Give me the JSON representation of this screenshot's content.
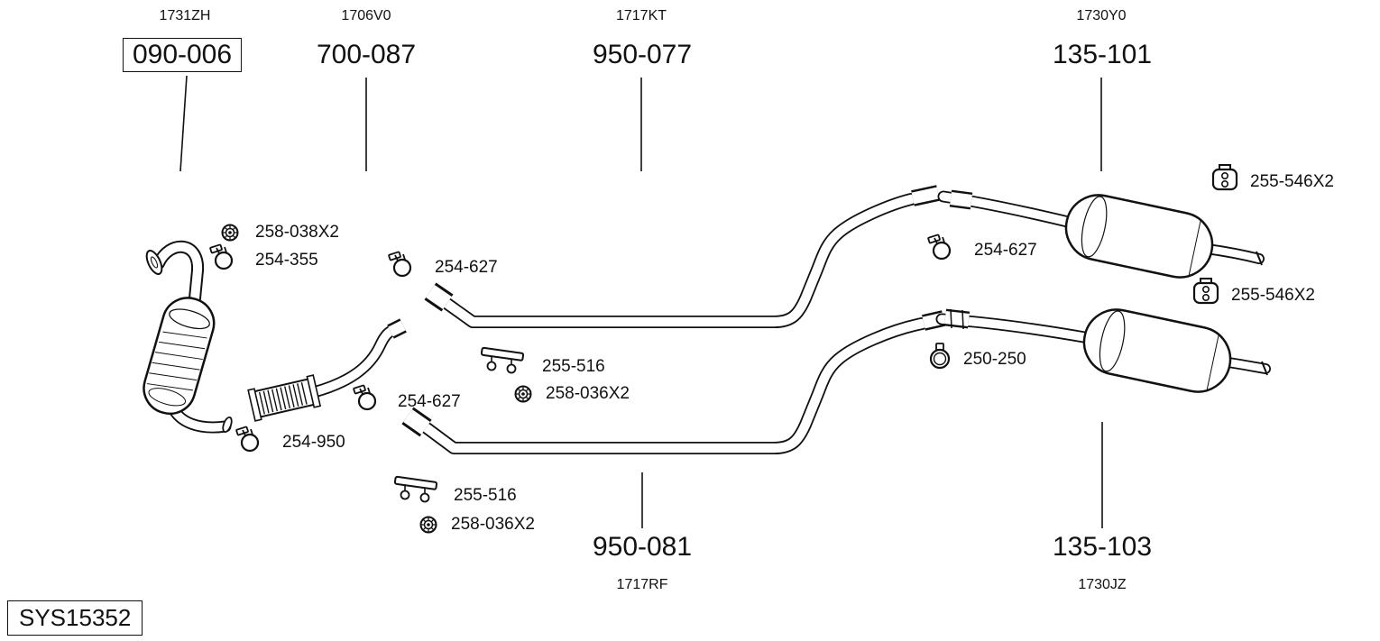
{
  "system_code": "SYS15352",
  "assemblies": {
    "top": [
      {
        "ref": "1731ZH",
        "part": "090-006"
      },
      {
        "ref": "1706V0",
        "part": "700-087"
      },
      {
        "ref": "1717KT",
        "part": "950-077"
      },
      {
        "ref": "1730Y0",
        "part": "135-101"
      }
    ],
    "bottom": [
      {
        "part": "950-081",
        "ref": "1717RF"
      },
      {
        "part": "135-103",
        "ref": "1730JZ"
      }
    ]
  },
  "components": [
    {
      "part": "258-038X2",
      "icon": "nut-icon"
    },
    {
      "part": "254-355",
      "icon": "clamp-icon"
    },
    {
      "part": "254-627",
      "icon": "clamp-icon"
    },
    {
      "part": "255-516",
      "icon": "bracket-icon"
    },
    {
      "part": "258-036X2",
      "icon": "nut-icon"
    },
    {
      "part": "254-627",
      "icon": "clamp-icon"
    },
    {
      "part": "254-950",
      "icon": "clamp-icon"
    },
    {
      "part": "255-516",
      "icon": "bracket-icon"
    },
    {
      "part": "258-036X2",
      "icon": "nut-icon"
    },
    {
      "part": "254-627",
      "icon": "clamp-icon"
    },
    {
      "part": "255-546X2",
      "icon": "hanger-icon"
    },
    {
      "part": "255-546X2",
      "icon": "hanger-icon"
    },
    {
      "part": "250-250",
      "icon": "round-clamp-icon"
    }
  ],
  "colors": {
    "ink": "#111111",
    "background": "#ffffff"
  }
}
